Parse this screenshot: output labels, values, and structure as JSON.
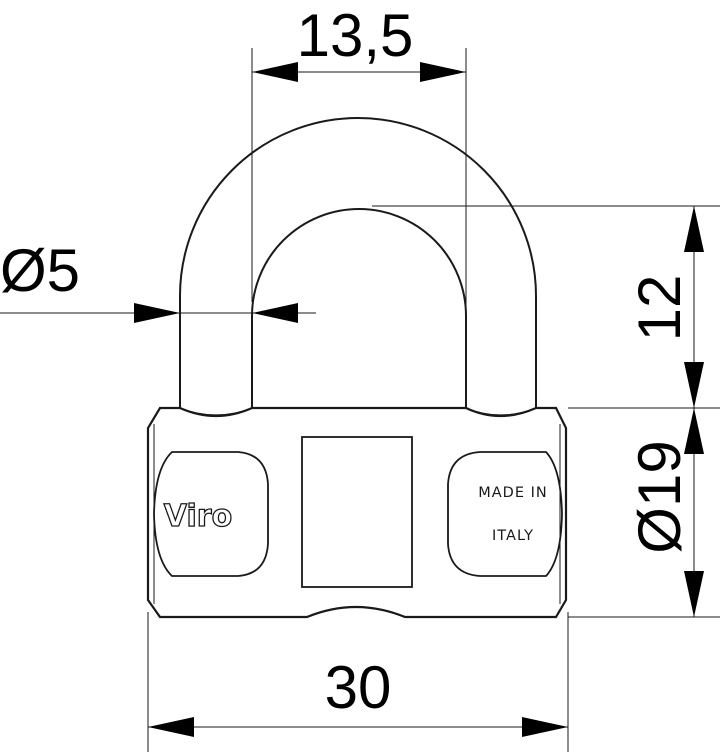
{
  "dimensions": {
    "shackle_inner_width": "13,5",
    "shackle_diameter": "Ø5",
    "shackle_clearance": "12",
    "body_diameter": "Ø19",
    "body_width": "30"
  },
  "lock_body": {
    "brand": "Viro",
    "origin_line1": "MADE IN",
    "origin_line2": "ITALY"
  }
}
